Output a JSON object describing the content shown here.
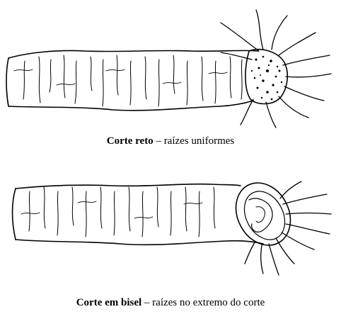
{
  "figure": {
    "top": {
      "caption_bold": "Corte reto",
      "caption_rest": " – raízes uniformes"
    },
    "bottom": {
      "caption_bold": "Corte em bisel",
      "caption_rest": " – raízes no extremo do corte"
    }
  },
  "colors": {
    "ink": "#000000",
    "background": "#ffffff"
  }
}
